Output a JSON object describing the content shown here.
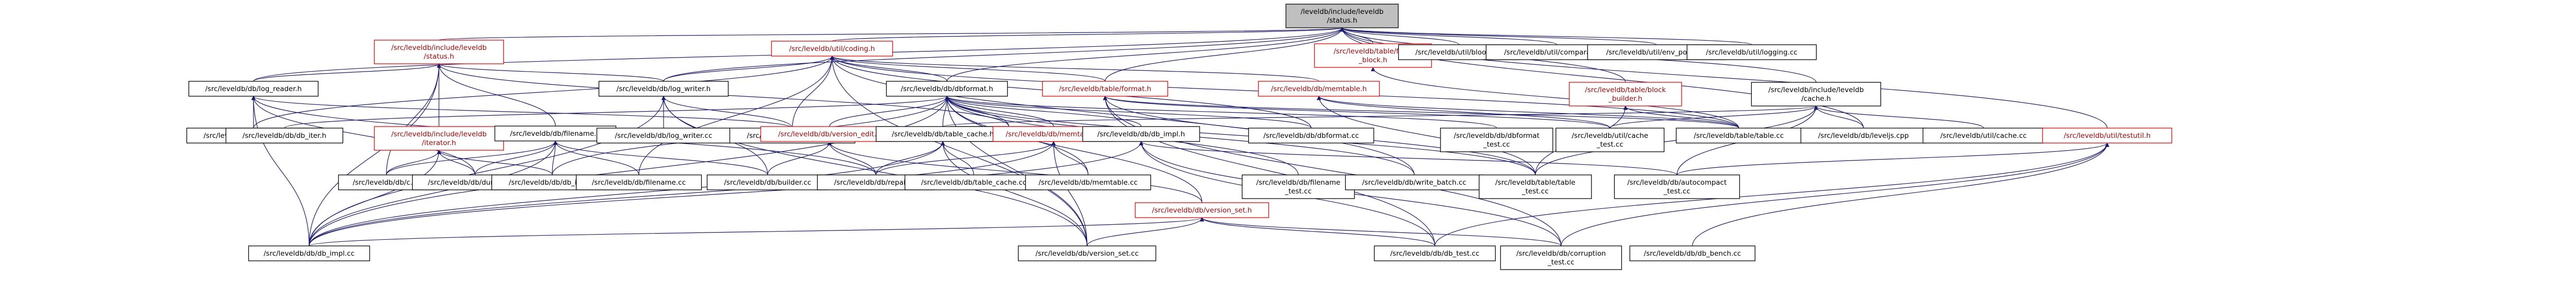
{
  "graph": {
    "root": "n0",
    "nodes": [
      {
        "id": "n0",
        "lines": [
          "/leveldb/include/leveldb",
          "/status.h"
        ],
        "kind": "root"
      },
      {
        "id": "n1",
        "lines": [
          "/src/leveldb/include/leveldb",
          "/status.h"
        ],
        "kind": "red"
      },
      {
        "id": "n2",
        "lines": [
          "/src/leveldb/util/coding.h"
        ],
        "kind": "red"
      },
      {
        "id": "n3",
        "lines": [
          "/src/leveldb/table/filter",
          "_block.h"
        ],
        "kind": "red"
      },
      {
        "id": "n4",
        "lines": [
          "/src/leveldb/util/bloom.cc"
        ],
        "kind": "normal"
      },
      {
        "id": "n5",
        "lines": [
          "/src/leveldb/util/comparator.cc"
        ],
        "kind": "normal"
      },
      {
        "id": "n6",
        "lines": [
          "/src/leveldb/util/env_posix.cc"
        ],
        "kind": "normal"
      },
      {
        "id": "n7",
        "lines": [
          "/src/leveldb/util/logging.cc"
        ],
        "kind": "normal"
      },
      {
        "id": "n8",
        "lines": [
          "/src/leveldb/db/log_reader.h"
        ],
        "kind": "normal"
      },
      {
        "id": "n9",
        "lines": [
          "/src/leveldb/db/log_writer.h"
        ],
        "kind": "normal"
      },
      {
        "id": "n10",
        "lines": [
          "/src/leveldb/db/dbformat.h"
        ],
        "kind": "normal"
      },
      {
        "id": "n11",
        "lines": [
          "/src/leveldb/table/format.h"
        ],
        "kind": "red"
      },
      {
        "id": "n12",
        "lines": [
          "/src/leveldb/db/memtable.h"
        ],
        "kind": "red"
      },
      {
        "id": "n13",
        "lines": [
          "/src/leveldb/table/block",
          "_builder.h"
        ],
        "kind": "red"
      },
      {
        "id": "n14",
        "lines": [
          "/src/leveldb/include/leveldb",
          "/cache.h"
        ],
        "kind": "normal"
      },
      {
        "id": "n15",
        "lines": [
          "/src/leveldb/db/log_reader.cc"
        ],
        "kind": "normal"
      },
      {
        "id": "n16",
        "lines": [
          "/src/leveldb/db/builder.h"
        ],
        "kind": "normal"
      },
      {
        "id": "n17",
        "lines": [
          "/src/leveldb/include/leveldb",
          "/iterator.h"
        ],
        "kind": "red"
      },
      {
        "id": "n18",
        "lines": [
          "/src/leveldb/db/filename.h"
        ],
        "kind": "normal"
      },
      {
        "id": "n19",
        "lines": [
          "/src/leveldb/db/log_writer.cc"
        ],
        "kind": "normal"
      },
      {
        "id": "n20",
        "lines": [
          "/src/leveldb/db/log_test.cc"
        ],
        "kind": "normal"
      },
      {
        "id": "n21",
        "lines": [
          "/src/leveldb/db/version_edit.h"
        ],
        "kind": "red"
      },
      {
        "id": "n22",
        "lines": [
          "/src/leveldb/db/table_cache.h"
        ],
        "kind": "normal"
      },
      {
        "id": "n23",
        "lines": [
          "/src/leveldb/db/memtable.h"
        ],
        "kind": "red"
      },
      {
        "id": "n24",
        "lines": [
          "/src/leveldb/db/db_impl.h"
        ],
        "kind": "normal"
      },
      {
        "id": "n25",
        "lines": [
          "/src/leveldb/db/dbformat.cc"
        ],
        "kind": "normal"
      },
      {
        "id": "n26",
        "lines": [
          "/src/leveldb/db/dbformat",
          "_test.cc"
        ],
        "kind": "normal"
      },
      {
        "id": "n27",
        "lines": [
          "/src/leveldb/util/cache",
          "_test.cc"
        ],
        "kind": "normal"
      },
      {
        "id": "n28",
        "lines": [
          "/src/leveldb/table/table.cc"
        ],
        "kind": "normal"
      },
      {
        "id": "n29",
        "lines": [
          "/src/leveldb/db/leveljs.cpp"
        ],
        "kind": "normal"
      },
      {
        "id": "n30",
        "lines": [
          "/src/leveldb/util/cache.cc"
        ],
        "kind": "normal"
      },
      {
        "id": "n31",
        "lines": [
          "/src/leveldb/util/testutil.h"
        ],
        "kind": "red"
      },
      {
        "id": "n32",
        "lines": [
          "/src/leveldb/db/db_iter.h"
        ],
        "kind": "normal"
      },
      {
        "id": "n33",
        "lines": [
          "/src/leveldb/db/c.cc"
        ],
        "kind": "normal"
      },
      {
        "id": "n34",
        "lines": [
          "/src/leveldb/db/dumpfile.cc"
        ],
        "kind": "normal"
      },
      {
        "id": "n35",
        "lines": [
          "/src/leveldb/db/db_iter.cc"
        ],
        "kind": "normal"
      },
      {
        "id": "n36",
        "lines": [
          "/src/leveldb/db/filename.cc"
        ],
        "kind": "normal"
      },
      {
        "id": "n37",
        "lines": [
          "/src/leveldb/db/builder.cc"
        ],
        "kind": "normal"
      },
      {
        "id": "n38",
        "lines": [
          "/src/leveldb/db/repair.cc"
        ],
        "kind": "normal"
      },
      {
        "id": "n39",
        "lines": [
          "/src/leveldb/db/table_cache.cc"
        ],
        "kind": "normal"
      },
      {
        "id": "n40",
        "lines": [
          "/src/leveldb/db/memtable.cc"
        ],
        "kind": "normal"
      },
      {
        "id": "n41",
        "lines": [
          "/src/leveldb/db/version_set.h"
        ],
        "kind": "red"
      },
      {
        "id": "n42",
        "lines": [
          "/src/leveldb/db/filename",
          "_test.cc"
        ],
        "kind": "normal"
      },
      {
        "id": "n43",
        "lines": [
          "/src/leveldb/db/write_batch.cc"
        ],
        "kind": "normal"
      },
      {
        "id": "n44",
        "lines": [
          "/src/leveldb/table/table",
          "_test.cc"
        ],
        "kind": "normal"
      },
      {
        "id": "n45",
        "lines": [
          "/src/leveldb/db/autocompact",
          "_test.cc"
        ],
        "kind": "normal"
      },
      {
        "id": "n46",
        "lines": [
          "/src/leveldb/db/db_impl.cc"
        ],
        "kind": "normal"
      },
      {
        "id": "n47",
        "lines": [
          "/src/leveldb/db/version_set.cc"
        ],
        "kind": "normal"
      },
      {
        "id": "n48",
        "lines": [
          "/src/leveldb/db/db_test.cc"
        ],
        "kind": "normal"
      },
      {
        "id": "n49",
        "lines": [
          "/src/leveldb/db/corruption",
          "_test.cc"
        ],
        "kind": "normal"
      },
      {
        "id": "n50",
        "lines": [
          "/src/leveldb/db/db_bench.cc"
        ],
        "kind": "normal"
      }
    ],
    "edges": [
      [
        "n0",
        "n1"
      ],
      [
        "n0",
        "n2"
      ],
      [
        "n0",
        "n3"
      ],
      [
        "n0",
        "n4"
      ],
      [
        "n0",
        "n5"
      ],
      [
        "n0",
        "n6"
      ],
      [
        "n0",
        "n7"
      ],
      [
        "n0",
        "n8"
      ],
      [
        "n0",
        "n9"
      ],
      [
        "n0",
        "n10"
      ],
      [
        "n0",
        "n11"
      ],
      [
        "n0",
        "n13"
      ],
      [
        "n0",
        "n14"
      ],
      [
        "n0",
        "n31"
      ],
      [
        "n0",
        "n29"
      ],
      [
        "n1",
        "n8"
      ],
      [
        "n1",
        "n9"
      ],
      [
        "n1",
        "n17"
      ],
      [
        "n1",
        "n18"
      ],
      [
        "n1",
        "n46"
      ],
      [
        "n1",
        "n33"
      ],
      [
        "n1",
        "n16"
      ],
      [
        "n2",
        "n9"
      ],
      [
        "n2",
        "n10"
      ],
      [
        "n2",
        "n11"
      ],
      [
        "n2",
        "n12"
      ],
      [
        "n2",
        "n15"
      ],
      [
        "n2",
        "n20"
      ],
      [
        "n2",
        "n25"
      ],
      [
        "n2",
        "n43"
      ],
      [
        "n2",
        "n47"
      ],
      [
        "n2",
        "n28"
      ],
      [
        "n2",
        "n36"
      ],
      [
        "n3",
        "n28"
      ],
      [
        "n8",
        "n15"
      ],
      [
        "n8",
        "n20"
      ],
      [
        "n8",
        "n46"
      ],
      [
        "n8",
        "n34"
      ],
      [
        "n8",
        "n38"
      ],
      [
        "n9",
        "n19"
      ],
      [
        "n9",
        "n20"
      ],
      [
        "n9",
        "n46"
      ],
      [
        "n9",
        "n47"
      ],
      [
        "n9",
        "n37"
      ],
      [
        "n10",
        "n16"
      ],
      [
        "n10",
        "n21"
      ],
      [
        "n10",
        "n22"
      ],
      [
        "n10",
        "n23"
      ],
      [
        "n10",
        "n24"
      ],
      [
        "n10",
        "n25"
      ],
      [
        "n10",
        "n26"
      ],
      [
        "n10",
        "n32"
      ],
      [
        "n10",
        "n35"
      ],
      [
        "n10",
        "n40"
      ],
      [
        "n10",
        "n41"
      ],
      [
        "n10",
        "n42"
      ],
      [
        "n10",
        "n43"
      ],
      [
        "n10",
        "n44"
      ],
      [
        "n10",
        "n46"
      ],
      [
        "n10",
        "n47"
      ],
      [
        "n11",
        "n27"
      ],
      [
        "n11",
        "n28"
      ],
      [
        "n11",
        "n44"
      ],
      [
        "n11",
        "n48"
      ],
      [
        "n11",
        "n49"
      ],
      [
        "n12",
        "n27"
      ],
      [
        "n12",
        "n28"
      ],
      [
        "n12",
        "n44"
      ],
      [
        "n13",
        "n44"
      ],
      [
        "n13",
        "n28"
      ],
      [
        "n14",
        "n27"
      ],
      [
        "n14",
        "n29"
      ],
      [
        "n14",
        "n30"
      ],
      [
        "n14",
        "n22"
      ],
      [
        "n14",
        "n44"
      ],
      [
        "n14",
        "n45"
      ],
      [
        "n17",
        "n33"
      ],
      [
        "n17",
        "n34"
      ],
      [
        "n17",
        "n35"
      ],
      [
        "n17",
        "n46"
      ],
      [
        "n18",
        "n33"
      ],
      [
        "n18",
        "n34"
      ],
      [
        "n18",
        "n35"
      ],
      [
        "n18",
        "n36"
      ],
      [
        "n18",
        "n37"
      ],
      [
        "n18",
        "n46"
      ],
      [
        "n21",
        "n37"
      ],
      [
        "n21",
        "n38"
      ],
      [
        "n21",
        "n41"
      ],
      [
        "n22",
        "n38"
      ],
      [
        "n22",
        "n39"
      ],
      [
        "n22",
        "n46"
      ],
      [
        "n22",
        "n47"
      ],
      [
        "n23",
        "n38"
      ],
      [
        "n23",
        "n40"
      ],
      [
        "n23",
        "n46"
      ],
      [
        "n23",
        "n47"
      ],
      [
        "n24",
        "n46"
      ],
      [
        "n24",
        "n48"
      ],
      [
        "n24",
        "n49"
      ],
      [
        "n24",
        "n45"
      ],
      [
        "n31",
        "n48"
      ],
      [
        "n31",
        "n49"
      ],
      [
        "n31",
        "n50"
      ],
      [
        "n31",
        "n45"
      ],
      [
        "n41",
        "n46"
      ],
      [
        "n41",
        "n47"
      ],
      [
        "n41",
        "n48"
      ],
      [
        "n41",
        "n49"
      ]
    ]
  }
}
